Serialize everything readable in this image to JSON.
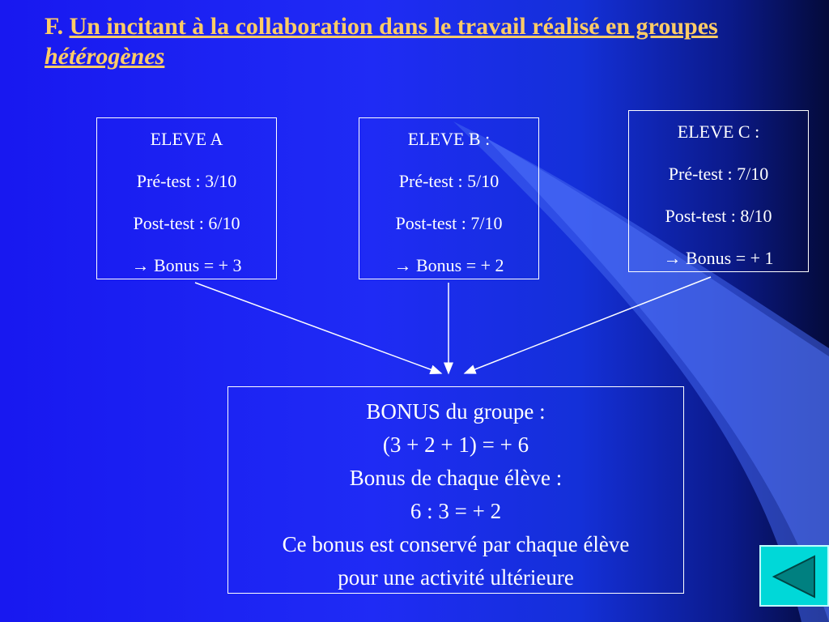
{
  "title": {
    "prefix": "F. ",
    "main": "Un incitant à la collaboration dans le travail  réalisé en groupes ",
    "emphasis": "hétérogènes"
  },
  "students": [
    {
      "name": "ELEVE A",
      "pre": "Pré-test : 3/10",
      "post": "Post-test : 6/10",
      "bonus": "Bonus = + 3"
    },
    {
      "name": "ELEVE B :",
      "pre": "Pré-test : 5/10",
      "post": "Post-test : 7/10",
      "bonus": "Bonus = + 2"
    },
    {
      "name": "ELEVE C :",
      "pre": "Pré-test : 7/10",
      "post": "Post-test : 8/10",
      "bonus": "Bonus = + 1"
    }
  ],
  "arrow_glyph": "→",
  "group": {
    "line1": "BONUS du groupe :",
    "line2": "(3 + 2 + 1) = + 6",
    "line3": "Bonus de chaque élève :",
    "line4": "6 : 3 = + 2",
    "line5": "Ce bonus est conservé par chaque élève",
    "line6": "pour une activité ultérieure"
  },
  "nav": {
    "back_icon": "back-triangle-icon"
  },
  "colors": {
    "title": "#ffcc66",
    "background": "#1f2bf5",
    "button": "#00d8d8"
  }
}
